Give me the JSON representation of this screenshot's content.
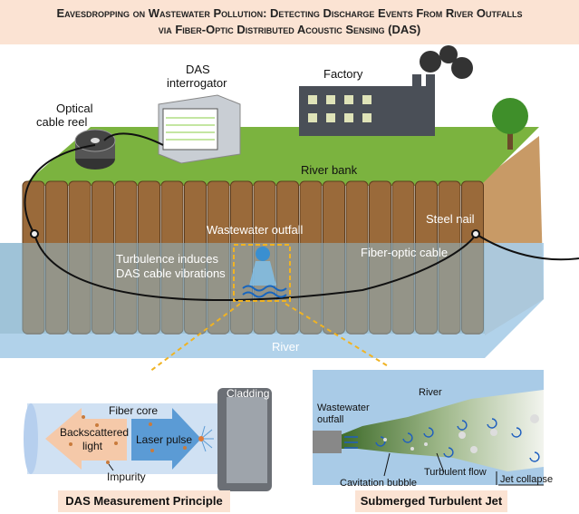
{
  "title": {
    "line1": "Eavesdropping on Wastewater Pollution: Detecting Discharge Events From River Outfalls",
    "line2": "via Fiber-Optic Distributed Acoustic Sensing (DAS)"
  },
  "scene": {
    "optical_cable_reel": [
      "Optical",
      "cable reel"
    ],
    "das_interrogator": [
      "DAS",
      "interrogator"
    ],
    "factory": "Factory",
    "river_bank": "River bank",
    "wastewater_outfall": "Wastewater outfall",
    "steel_nail": "Steel nail",
    "turbulence": [
      "Turbulence induces",
      "DAS cable vibrations"
    ],
    "fiber_optic_cable": "Fiber-optic cable",
    "river": "River"
  },
  "das_panel": {
    "cladding": "Cladding",
    "fiber_core": "Fiber core",
    "backscattered": [
      "Backscattered",
      "light"
    ],
    "laser_pulse": "Laser pulse",
    "impurity": "Impurity",
    "caption": "DAS Measurement Principle"
  },
  "jet_panel": {
    "river": "River",
    "outfall": [
      "Wastewater",
      "outfall"
    ],
    "cavitation": "Cavitation bubble",
    "turbulent_flow": "Turbulent flow",
    "jet_collapse": "Jet collapse",
    "caption": "Submerged Turbulent Jet"
  },
  "colors": {
    "title_bg": "#fbe3d3",
    "grass": "#7bb33f",
    "wood": "#9a6a3a",
    "water": "#a9cde8",
    "soil": "#c89a66",
    "arrow_orange": "#f5c9a9",
    "arrow_blue": "#5b9bd5",
    "dashed": "#f0b323"
  }
}
